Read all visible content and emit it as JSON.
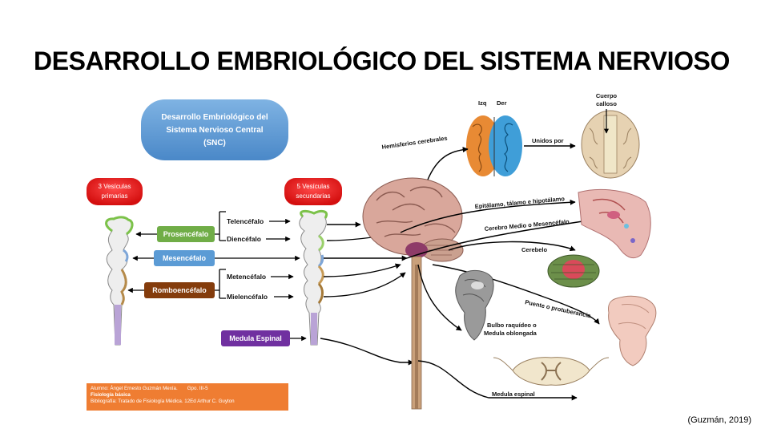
{
  "title": "DESARROLLO EMBRIOLÓGICO DEL SISTEMA NERVIOSO",
  "header_bubble": [
    "Desarrollo Embriológico del",
    "Sistema Nervioso Central",
    "(SNC)"
  ],
  "badges": {
    "primarias": [
      "3 Vesículas",
      "primarias"
    ],
    "secundarias": [
      "5 Vesículas",
      "secundarias"
    ]
  },
  "primary_vesicles": [
    "Prosencéfalo",
    "Mesencéfalo",
    "Romboencéfalo"
  ],
  "spinal_box": "Medula Espinal",
  "secondary_vesicles": [
    "Telencéfalo",
    "Diencéfalo",
    "Metencéfalo",
    "Mielencéfalo"
  ],
  "structures": {
    "hemisferios": "Hemisferios cerebrales",
    "izq": "Izq",
    "der": "Der",
    "unidos": "Unidos por",
    "cuerpo_calloso": [
      "Cuerpo",
      "calloso"
    ],
    "epitalamo": "Epitálamo, tálamo e hipotálamo",
    "cerebro_medio": "Cerebro Medio o Mesencéfalo",
    "cerebelo": "Cerebelo",
    "puente": "Puente o protuberancia",
    "bulbo": [
      "Bulbo raquídeo o",
      "Medula oblongada"
    ],
    "medula": "Medula espinal"
  },
  "credit": {
    "alumno": "Alumno: Ángel Ernesto Guzmán Mexía.",
    "grupo": "Gpo. III-5",
    "materia": "Fisiología básica",
    "bibliografia": "Bibliografía: Tratado de Fisiología Médica. 12Ed Arthur C. Guyton"
  },
  "citation": "(Guzmán, 2019)",
  "colors": {
    "prosencefalo": "#70ad47",
    "mesencefalo": "#5b9bd5",
    "romboencefalo": "#843c0c",
    "medula": "#7030a0",
    "badge_red": "#e81c1c",
    "bubble_blue": "#5b9bd5",
    "credit_orange": "#ef7d32"
  }
}
